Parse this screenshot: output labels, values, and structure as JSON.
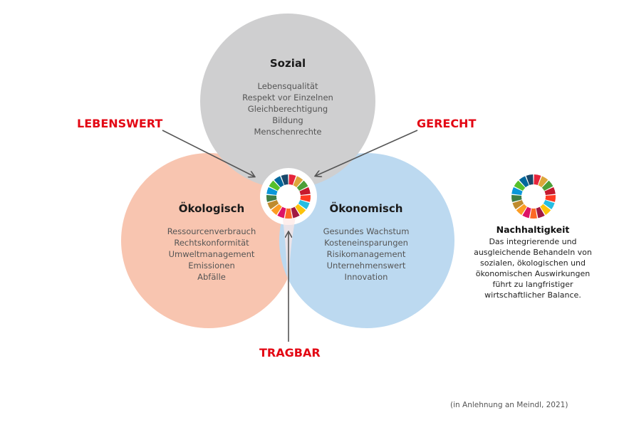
{
  "circles": {
    "social": {
      "title": "Sozial",
      "items": [
        "Lebensqualität",
        "Respekt vor Einzelnen",
        "Gleichberechtigung",
        "Bildung",
        "Menschenrechte"
      ],
      "color": "#cfcfd0"
    },
    "ecological": {
      "title": "Ökologisch",
      "items": [
        "Ressourcenverbrauch",
        "Rechtskonformität",
        "Umweltmanagement",
        "Emissionen",
        "Abfälle"
      ],
      "color": "#f8c5b0"
    },
    "economic": {
      "title": "Ökonomisch",
      "items": [
        "Gesundes Wachstum",
        "Kosteneinsparungen",
        "Risikomanagement",
        "Unternehmenswert",
        "Innovation"
      ],
      "color": "#bcd9f0"
    }
  },
  "labels": {
    "lebenswert": "LEBENSWERT",
    "gerecht": "GERECHT",
    "tragbar": "TRAGBAR",
    "color": "#e30613"
  },
  "sidebar": {
    "title": "Nachhaltigkeit",
    "lines": [
      "Das integrierende und",
      "ausgleichende Behandeln von",
      "sozialen, ökologischen und",
      "ökonomischen Auswirkungen",
      "führt zu langfristiger",
      "wirtschaftlicher Balance."
    ]
  },
  "sdg_colors": [
    "#e5243b",
    "#dda63a",
    "#4c9f38",
    "#c5192d",
    "#ff3a21",
    "#26bde2",
    "#fcc30b",
    "#a21942",
    "#fd6925",
    "#dd1367",
    "#fd9d24",
    "#bf8b2e",
    "#3f7e44",
    "#0a97d9",
    "#56c02b",
    "#00689d",
    "#19486a"
  ],
  "footer": "(in Anlehnung an Meindl, 2021)"
}
